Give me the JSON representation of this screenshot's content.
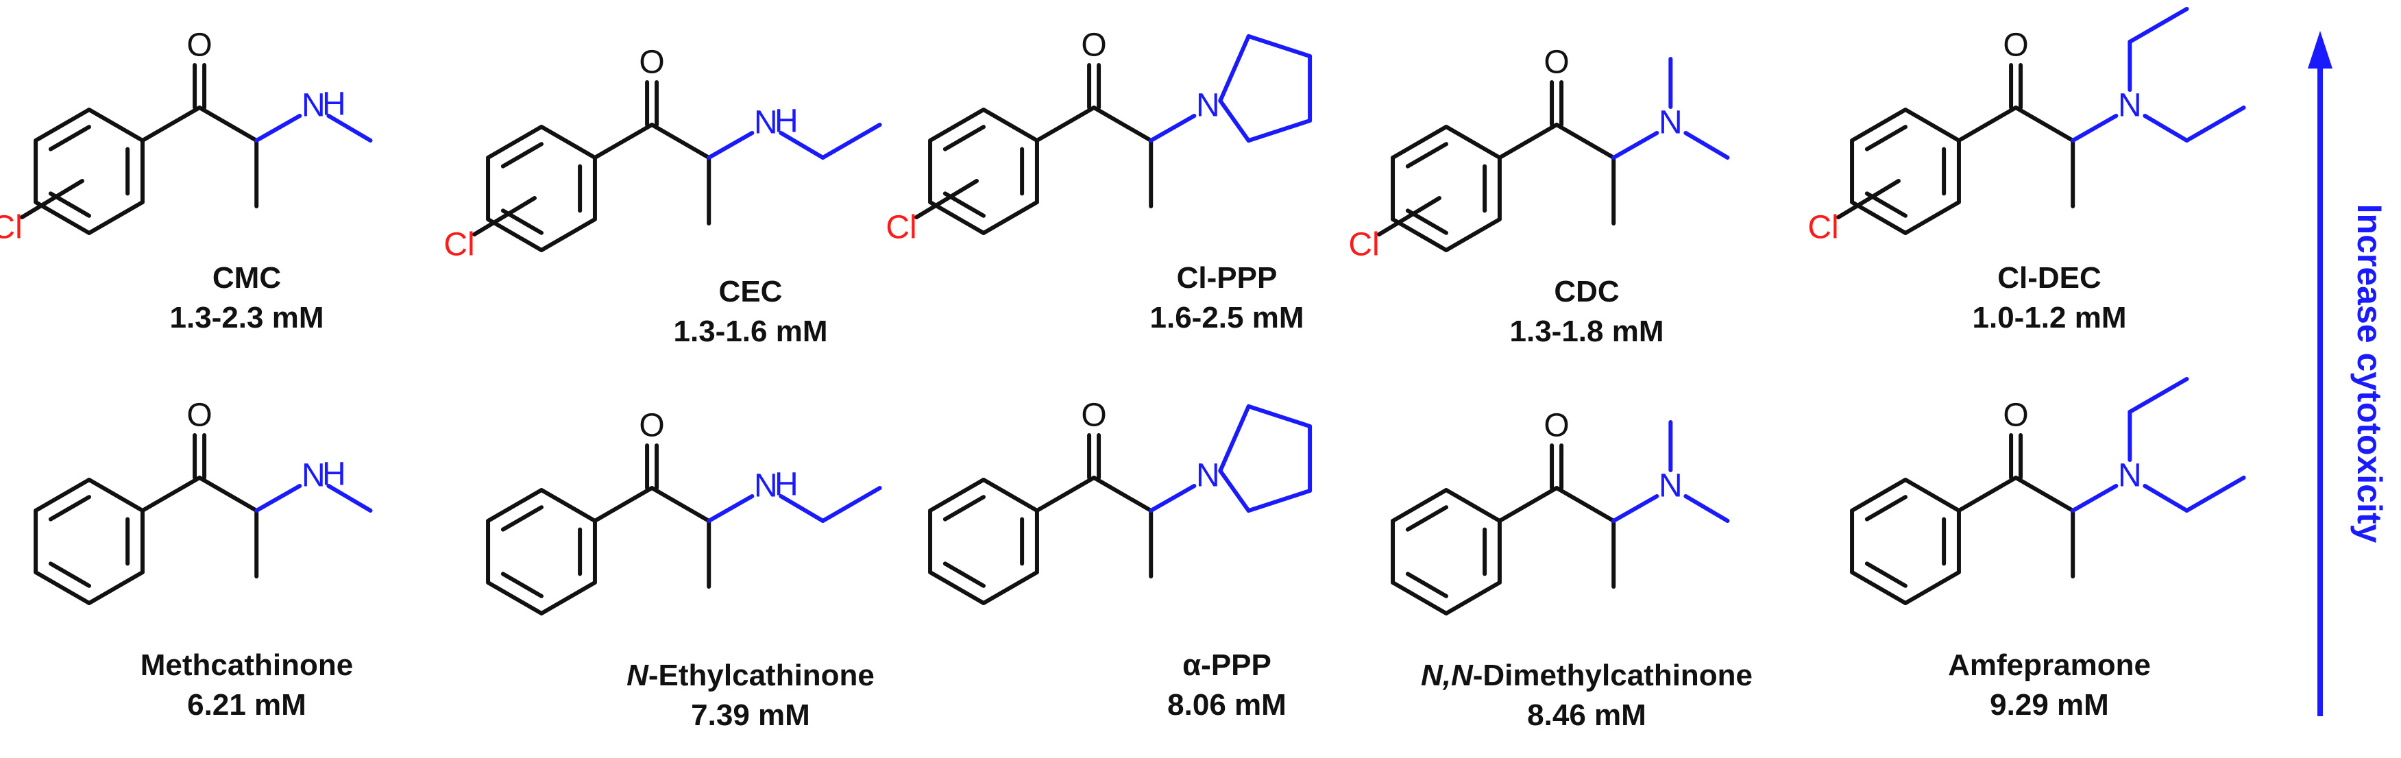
{
  "colors": {
    "bond": "#111111",
    "amine": "#1a1aff",
    "chlorine": "#ff1a1a",
    "arrow": "#1a1aff"
  },
  "atoms": {
    "oxygen": "O",
    "nitrogen": "N",
    "nh": "H",
    "chlorine": "Cl"
  },
  "trend_label": "Increase cytotoxicity",
  "top_row": [
    {
      "amine_type": "methylamino",
      "name": "CMC",
      "value": "1.3-2.3 mM"
    },
    {
      "amine_type": "ethylamino",
      "name": "CEC",
      "value": "1.3-1.6 mM"
    },
    {
      "amine_type": "pyrrolidino",
      "name": "Cl-PPP",
      "value": "1.6-2.5 mM"
    },
    {
      "amine_type": "dimethylamino",
      "name": "CDC",
      "value": "1.3-1.8 mM"
    },
    {
      "amine_type": "diethylamino",
      "name": "Cl-DEC",
      "value": "1.0-1.2 mM"
    }
  ],
  "bottom_row": [
    {
      "amine_type": "methylamino",
      "name": "Methcathinone",
      "value": "6.21 mM"
    },
    {
      "amine_type": "ethylamino",
      "name_italic": "N",
      "name": "-Ethylcathinone",
      "value": "7.39 mM"
    },
    {
      "amine_type": "pyrrolidino",
      "name": "α-PPP",
      "value": "8.06 mM"
    },
    {
      "amine_type": "dimethylamino",
      "name_italic": "N,N",
      "name": "-Dimethylcathinone",
      "value": "8.46 mM"
    },
    {
      "amine_type": "diethylamino",
      "name": "Amfepramone",
      "value": "9.29 mM"
    }
  ]
}
